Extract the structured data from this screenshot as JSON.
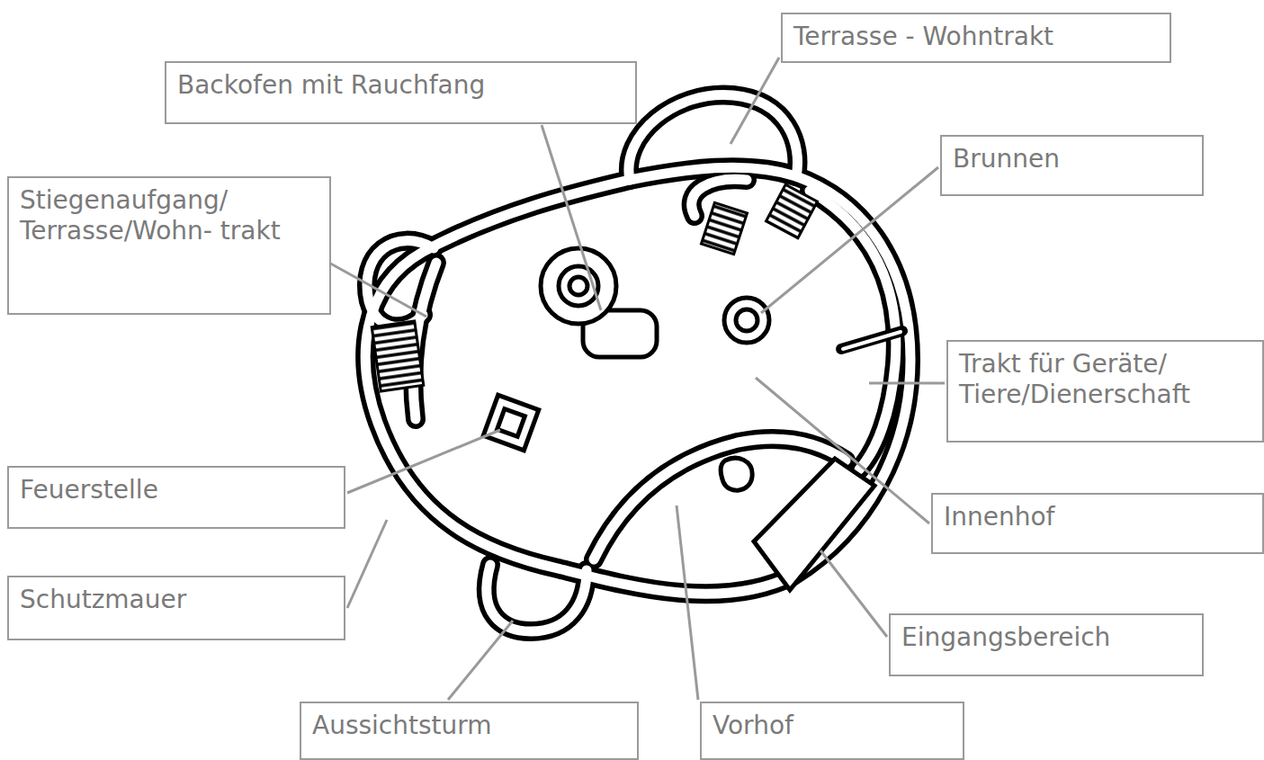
{
  "diagram": {
    "nodes": [
      {
        "text": [
          "Terrasse - Wohntrakt"
        ]
      },
      {
        "text": [
          "Backofen mit Rauchfang"
        ]
      },
      {
        "text": [
          "Brunnen"
        ]
      },
      {
        "text": [
          "Stiegenaufgang/ Terrasse/Wohn- trakt"
        ]
      },
      {
        "text": [
          "Trakt für Geräte/ Tiere/Dienerschaft"
        ]
      },
      {
        "text": [
          "Feuerstelle"
        ]
      },
      {
        "text": [
          "Innenhof"
        ]
      },
      {
        "text": [
          "Schutzmauer"
        ]
      },
      {
        "text": [
          "Eingangsbereich"
        ]
      },
      {
        "text": [
          "Aussichtsturm"
        ]
      },
      {
        "text": [
          "Vorhof"
        ]
      }
    ]
  }
}
